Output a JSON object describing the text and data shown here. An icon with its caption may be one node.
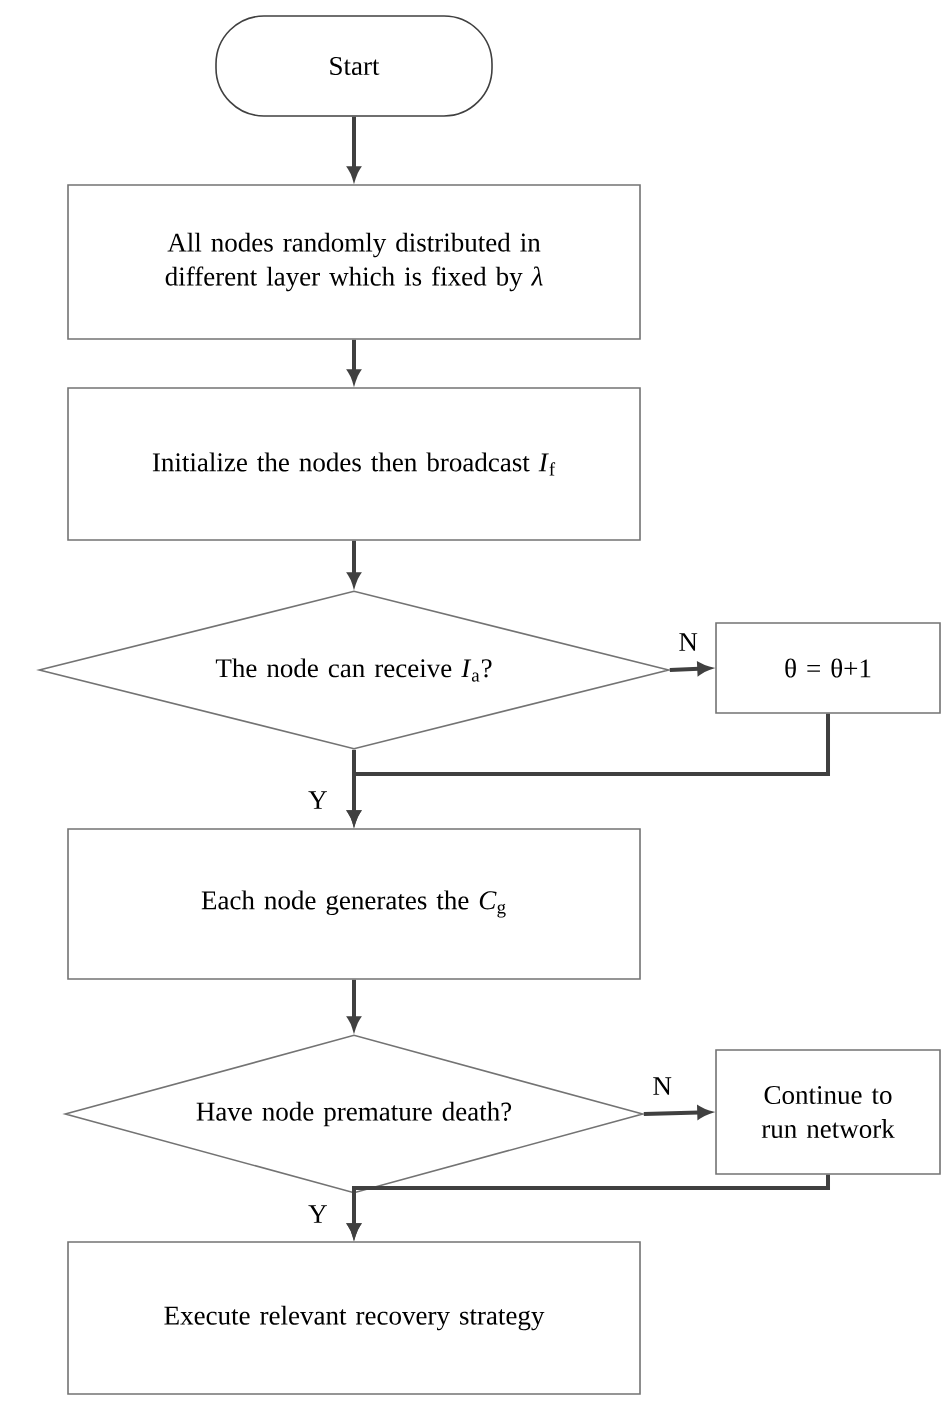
{
  "diagram": {
    "nodes": [
      {
        "text": [
          "Start"
        ]
      },
      {
        "text": [
          "All nodes randomly distributed in different layer which is fixed by *λ*"
        ]
      },
      {
        "text": [
          "Initialize the nodes then broadcast *I*$_{f}$"
        ]
      },
      {
        "text": [
          "The node can receive *I*$_{a}$?"
        ]
      },
      {
        "text": [
          "θ =  θ+1"
        ]
      },
      {
        "text": [
          "Each node generates the *C*$_{g}$"
        ]
      },
      {
        "text": [
          "Have node premature death?"
        ]
      },
      {
        "text": [
          "Continue to run network"
        ]
      },
      {
        "text": [
          "Execute relevant recovery strategy"
        ]
      }
    ],
    "edges": [
      {
        "from": 0,
        "to": 1,
        "arrow": "to"
      },
      {
        "from": 1,
        "to": 2,
        "arrow": "to"
      },
      {
        "from": 2,
        "to": 3,
        "arrow": "to"
      },
      {
        "from": 3,
        "to": 4,
        "arrow": "to",
        "label": "N"
      },
      {
        "from": 3,
        "to": 5,
        "arrow": "to",
        "label": "Y"
      },
      {
        "from": 4,
        "to": 5,
        "arrow": "to"
      },
      {
        "from": 5,
        "to": 6,
        "arrow": "to"
      },
      {
        "from": 6,
        "to": 7,
        "arrow": "to",
        "label": "N"
      },
      {
        "from": 6,
        "to": 8,
        "arrow": "to",
        "label": "Y"
      },
      {
        "from": 7,
        "to": 8,
        "arrow": "to"
      }
    ]
  }
}
